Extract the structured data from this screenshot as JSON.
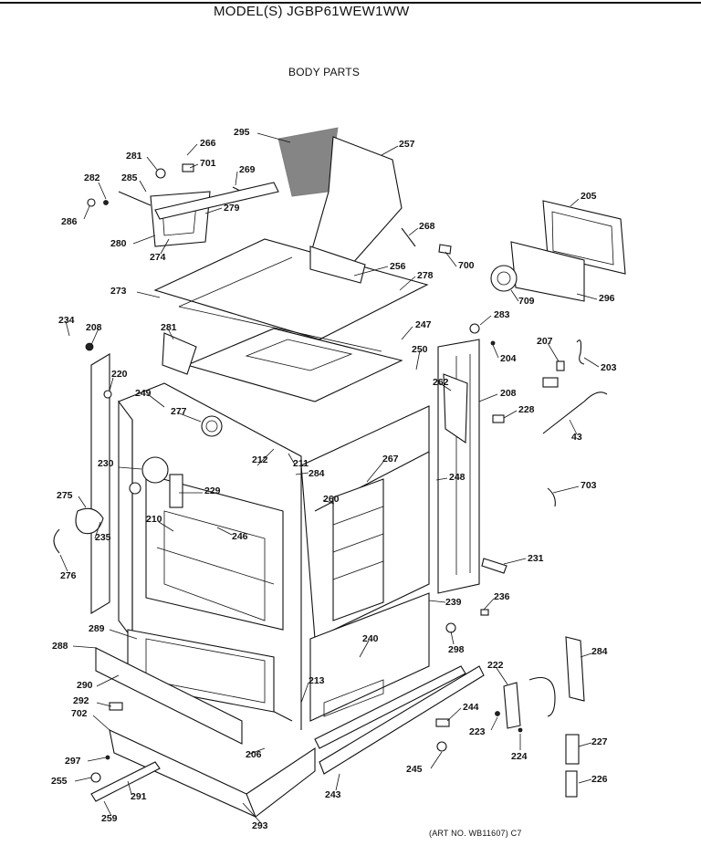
{
  "header": {
    "model": "MODEL(S) JGBP61WEW1WW",
    "section": "BODY PARTS"
  },
  "footer": {
    "art_number": "(ART NO. WB11607) C7"
  },
  "part_labels": [
    {
      "id": "l295",
      "text": "295"
    },
    {
      "id": "l257",
      "text": "257"
    },
    {
      "id": "l281a",
      "text": "281"
    },
    {
      "id": "l266",
      "text": "266"
    },
    {
      "id": "l701",
      "text": "701"
    },
    {
      "id": "l269",
      "text": "269"
    },
    {
      "id": "l282",
      "text": "282"
    },
    {
      "id": "l285",
      "text": "285"
    },
    {
      "id": "l286",
      "text": "286"
    },
    {
      "id": "l279",
      "text": "279"
    },
    {
      "id": "l280",
      "text": "280"
    },
    {
      "id": "l274",
      "text": "274"
    },
    {
      "id": "l268",
      "text": "268"
    },
    {
      "id": "l700",
      "text": "700"
    },
    {
      "id": "l205",
      "text": "205"
    },
    {
      "id": "l256",
      "text": "256"
    },
    {
      "id": "l278",
      "text": "278"
    },
    {
      "id": "l709",
      "text": "709"
    },
    {
      "id": "l296",
      "text": "296"
    },
    {
      "id": "l273",
      "text": "273"
    },
    {
      "id": "l234",
      "text": "234"
    },
    {
      "id": "l208a",
      "text": "208"
    },
    {
      "id": "l281b",
      "text": "281"
    },
    {
      "id": "l247",
      "text": "247"
    },
    {
      "id": "l283",
      "text": "283"
    },
    {
      "id": "l250",
      "text": "250"
    },
    {
      "id": "l204",
      "text": "204"
    },
    {
      "id": "l207",
      "text": "207"
    },
    {
      "id": "l203",
      "text": "203"
    },
    {
      "id": "l220",
      "text": "220"
    },
    {
      "id": "l262",
      "text": "262"
    },
    {
      "id": "l208b",
      "text": "208"
    },
    {
      "id": "l249",
      "text": "249"
    },
    {
      "id": "l277",
      "text": "277"
    },
    {
      "id": "l228",
      "text": "228"
    },
    {
      "id": "l43",
      "text": "43"
    },
    {
      "id": "l212",
      "text": "212"
    },
    {
      "id": "l211",
      "text": "211"
    },
    {
      "id": "l267",
      "text": "267"
    },
    {
      "id": "l284a",
      "text": "284"
    },
    {
      "id": "l230",
      "text": "230"
    },
    {
      "id": "l248",
      "text": "248"
    },
    {
      "id": "l229",
      "text": "229"
    },
    {
      "id": "l260",
      "text": "260"
    },
    {
      "id": "l703",
      "text": "703"
    },
    {
      "id": "l275",
      "text": "275"
    },
    {
      "id": "l210",
      "text": "210"
    },
    {
      "id": "l246",
      "text": "246"
    },
    {
      "id": "l235",
      "text": "235"
    },
    {
      "id": "l231",
      "text": "231"
    },
    {
      "id": "l276",
      "text": "276"
    },
    {
      "id": "l236",
      "text": "236"
    },
    {
      "id": "l239",
      "text": "239"
    },
    {
      "id": "l289",
      "text": "289"
    },
    {
      "id": "l240",
      "text": "240"
    },
    {
      "id": "l298",
      "text": "298"
    },
    {
      "id": "l288",
      "text": "288"
    },
    {
      "id": "l284b",
      "text": "284"
    },
    {
      "id": "l222",
      "text": "222"
    },
    {
      "id": "l290",
      "text": "290"
    },
    {
      "id": "l213",
      "text": "213"
    },
    {
      "id": "l292",
      "text": "292"
    },
    {
      "id": "l702",
      "text": "702"
    },
    {
      "id": "l244",
      "text": "244"
    },
    {
      "id": "l223",
      "text": "223"
    },
    {
      "id": "l227",
      "text": "227"
    },
    {
      "id": "l206",
      "text": "206"
    },
    {
      "id": "l224",
      "text": "224"
    },
    {
      "id": "l297",
      "text": "297"
    },
    {
      "id": "l245",
      "text": "245"
    },
    {
      "id": "l255",
      "text": "255"
    },
    {
      "id": "l291",
      "text": "291"
    },
    {
      "id": "l226",
      "text": "226"
    },
    {
      "id": "l243",
      "text": "243"
    },
    {
      "id": "l259",
      "text": "259"
    },
    {
      "id": "l293",
      "text": "293"
    }
  ]
}
